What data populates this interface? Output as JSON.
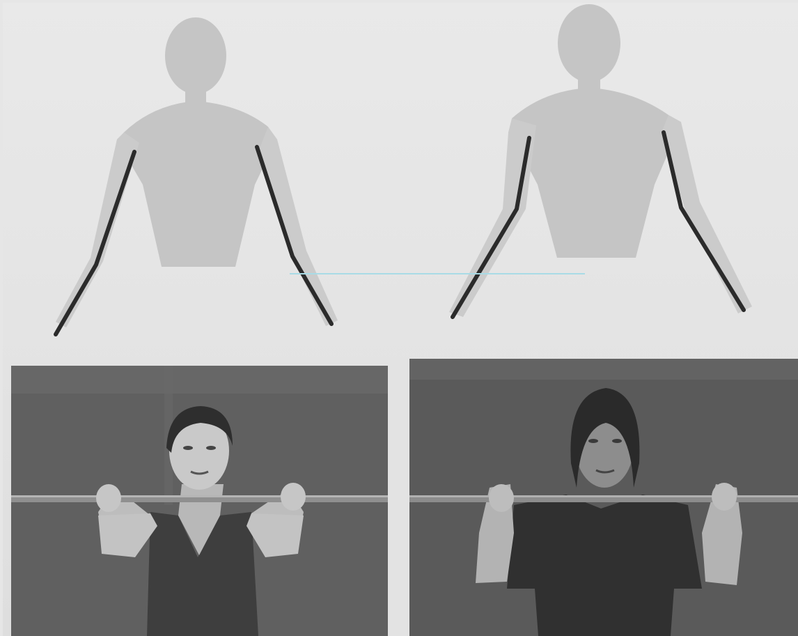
{
  "figures": {
    "left_diagram": {
      "name": "arm-position-diagram-left"
    },
    "right_diagram": {
      "name": "arm-position-diagram-right"
    },
    "left_photo": {
      "name": "barbell-photo-left"
    },
    "right_photo": {
      "name": "barbell-photo-right"
    }
  },
  "colors": {
    "paper": "#e6e6e6",
    "silhouette": "#c4c4c4",
    "arm_line": "#2b2b2b",
    "photo_background": "#5f5f5f",
    "guide_line": "#9ad6e4"
  }
}
